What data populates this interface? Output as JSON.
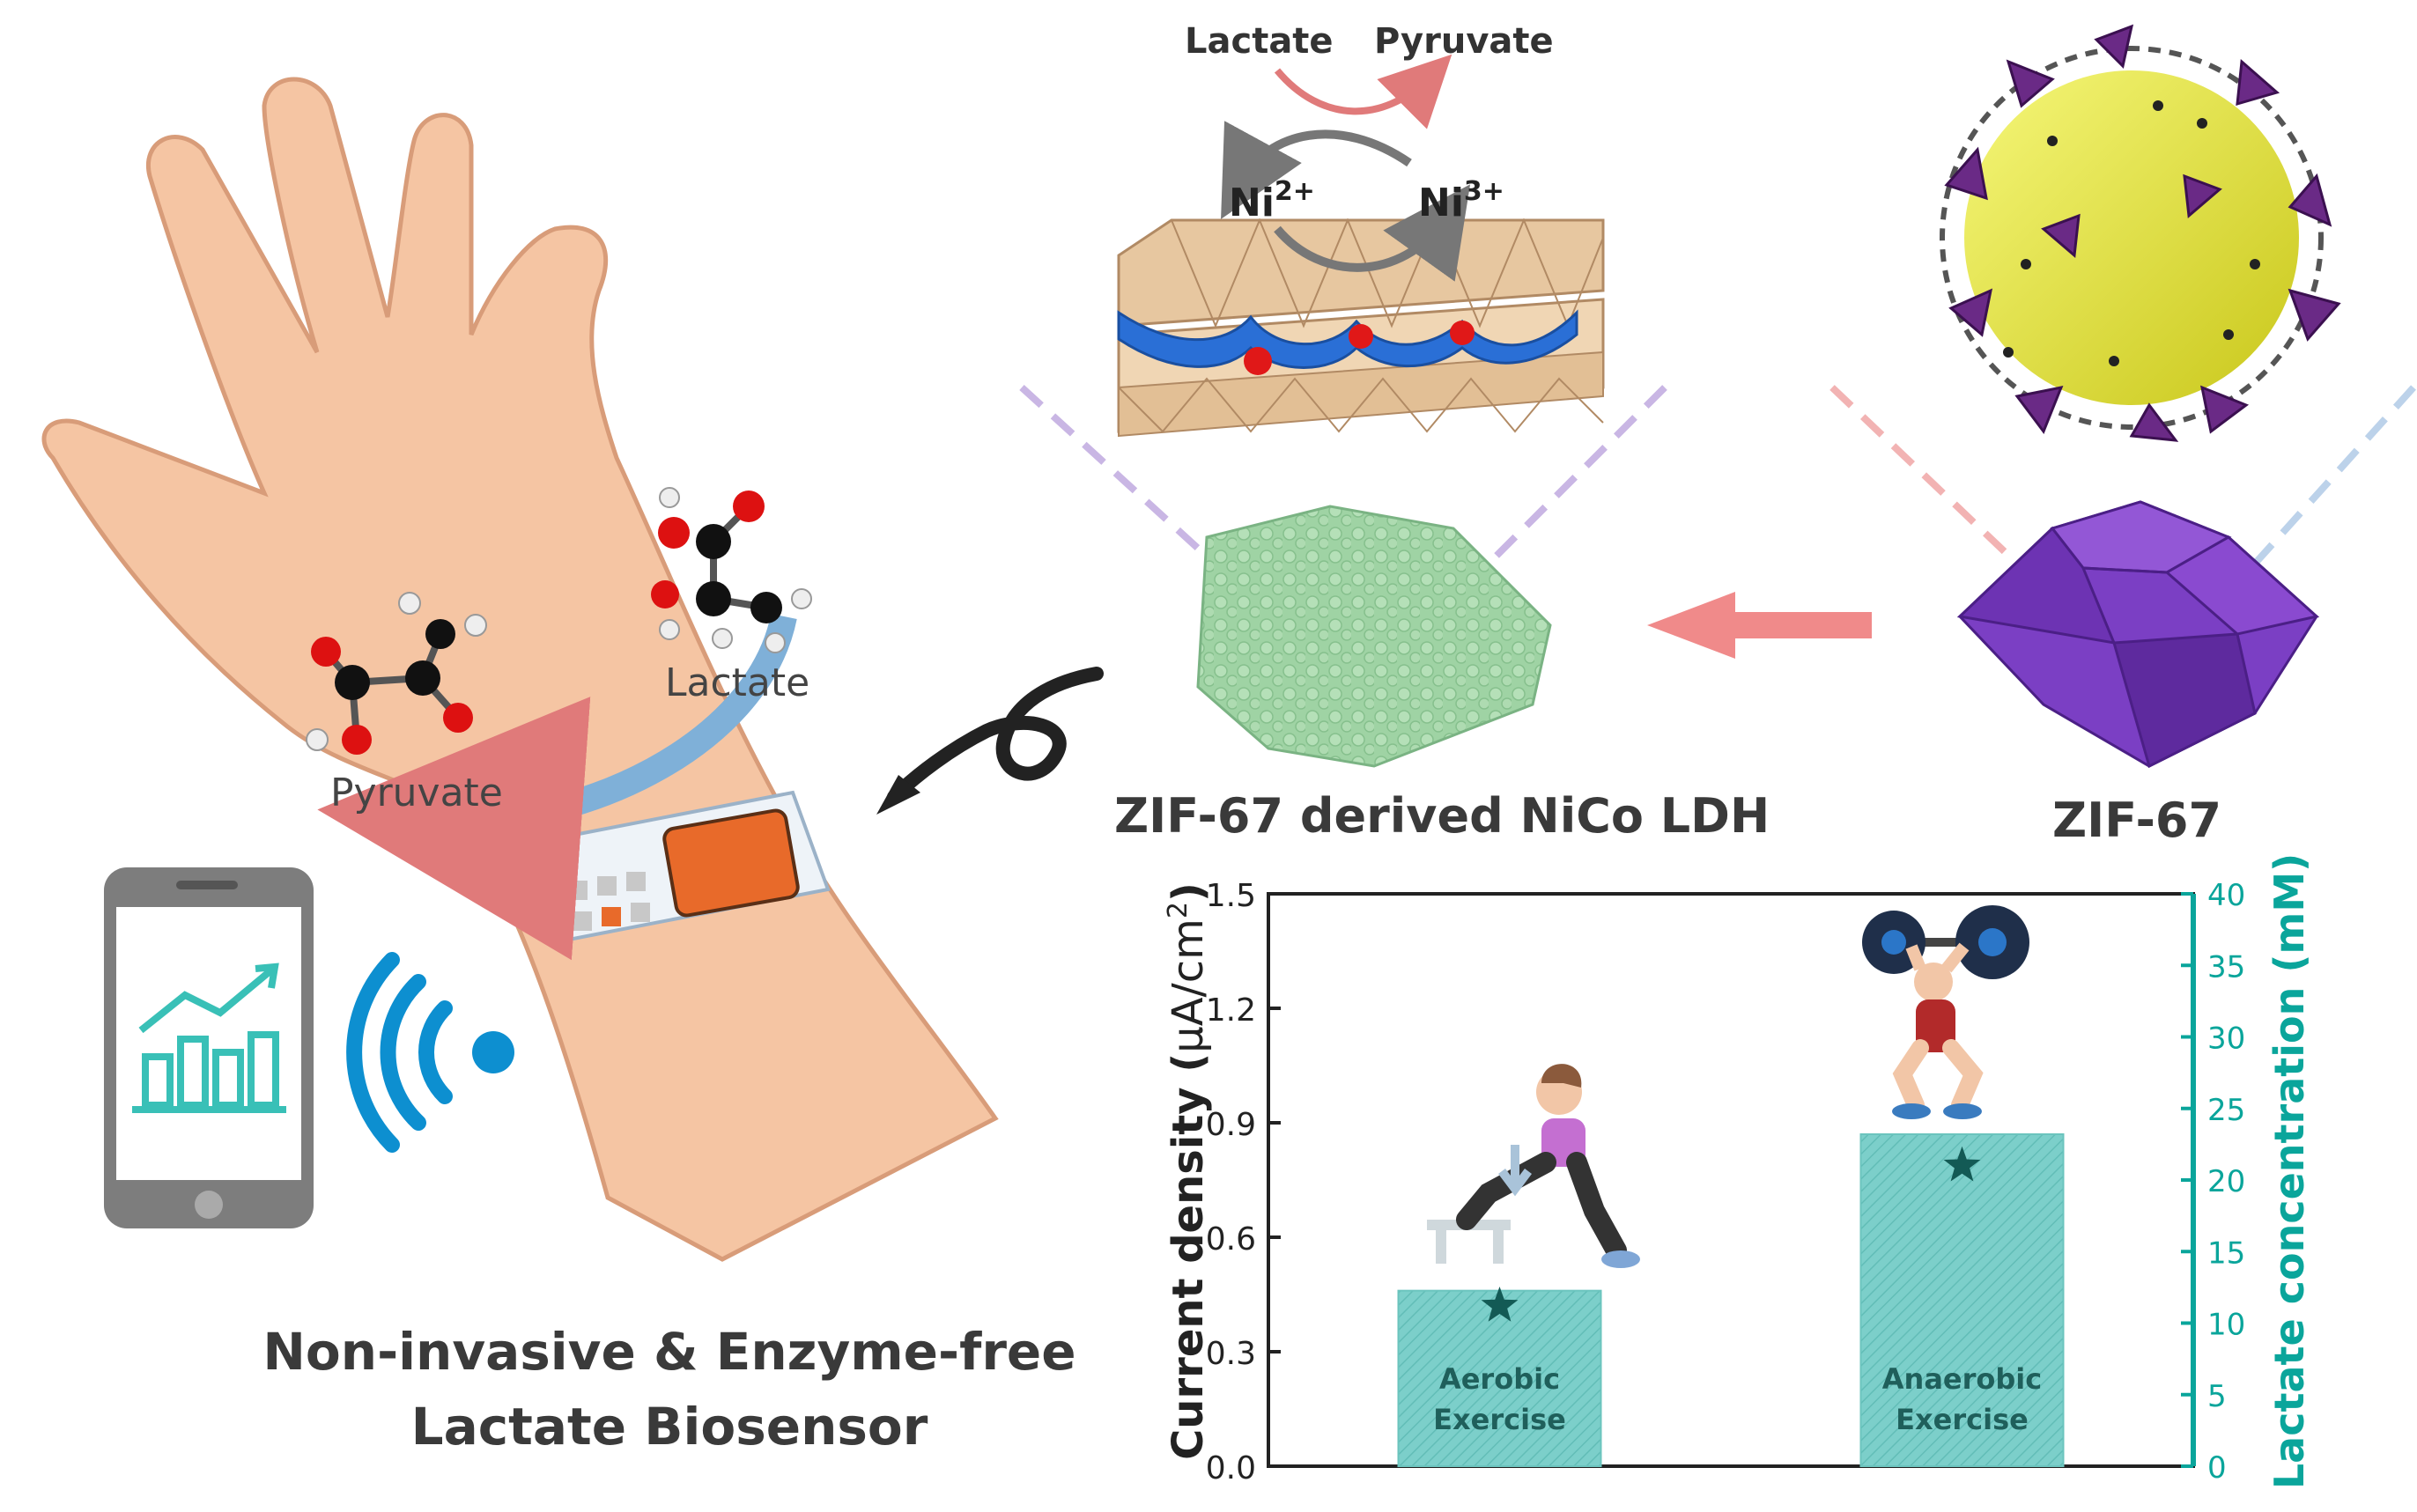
{
  "reaction": {
    "lactate": "Lactate",
    "pyruvate": "Pyruvate",
    "ni2_base": "Ni",
    "ni2_charge": "2+",
    "ni3_base": "Ni",
    "ni3_charge": "3+"
  },
  "hand": {
    "lactate_label": "Lactate",
    "pyruvate_label": "Pyruvate"
  },
  "labels": {
    "ldh": "ZIF-67 derived NiCo LDH",
    "zif": "ZIF-67",
    "sensor_line1": "Non-invasive & Enzyme-free",
    "sensor_line2": "Lactate Biosensor"
  },
  "colors": {
    "teal": "#0aa59b",
    "bar": "#7ccfca",
    "purple": "#7b3fc4",
    "ldh_green": "#9fd3a4",
    "skin": "#f5c5a3",
    "arrow_pink": "#f08a8a"
  },
  "chart_data": {
    "type": "bar",
    "categories": [
      "Aerobic Exercise",
      "Anaerobic Exercise"
    ],
    "category_lines": [
      [
        "Aerobic",
        "Exercise"
      ],
      [
        "Anaerobic",
        "Exercise"
      ]
    ],
    "series": [
      {
        "values": [
          0.46,
          0.87
        ],
        "axis": "left"
      },
      {
        "values": [
          11.2,
          21.0
        ],
        "axis": "right",
        "marker": "star"
      }
    ],
    "ylabel_left_text": "Current density (",
    "ylabel_left_unit": "μA/cm",
    "ylabel_left_sup": "2",
    "ylabel_left_close": ")",
    "ylabel_right": "Lactate concentration (mM)",
    "ylim_left": [
      0.0,
      1.5
    ],
    "ylim_right": [
      0,
      40
    ],
    "yticks_left": [
      "0.0",
      "0.3",
      "0.6",
      "0.9",
      "1.2",
      "1.5"
    ],
    "yticks_right": [
      "0",
      "5",
      "10",
      "15",
      "20",
      "25",
      "30",
      "35",
      "40"
    ]
  }
}
